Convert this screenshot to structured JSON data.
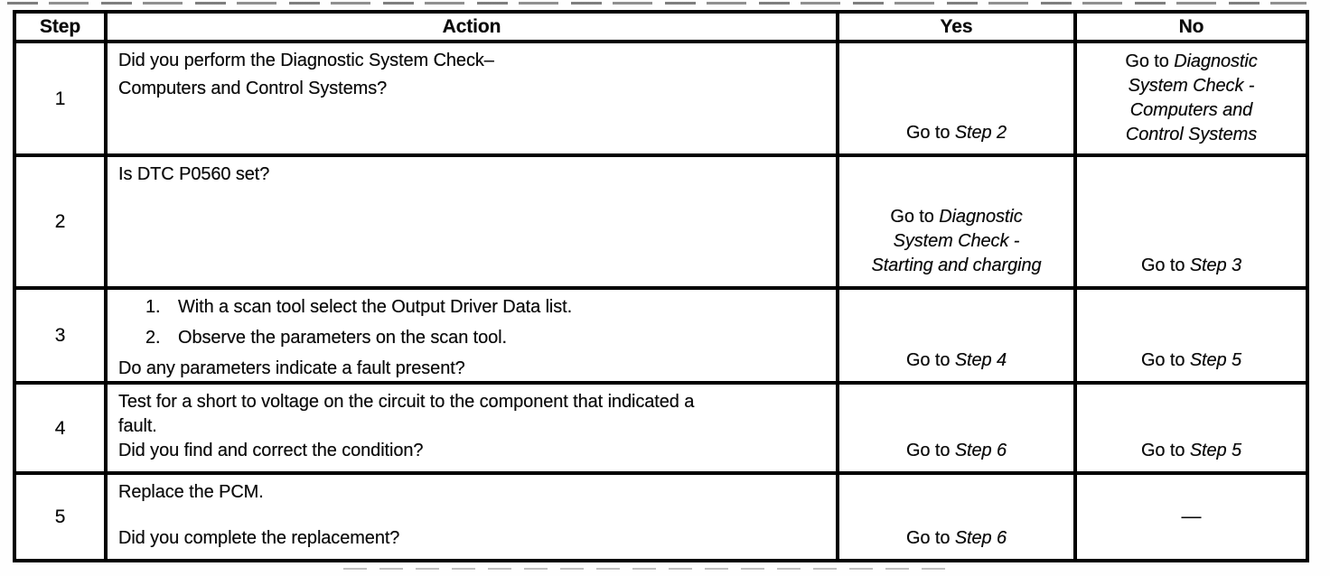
{
  "colors": {
    "ink": "#000000",
    "paper": "#ffffff"
  },
  "table": {
    "headers": {
      "step": "Step",
      "action": "Action",
      "yes": "Yes",
      "no": "No"
    },
    "rows": [
      {
        "step": "1",
        "action": {
          "line1": "Did you perform the Diagnostic System Check–",
          "line2": "Computers and Control Systems?"
        },
        "yes": {
          "prefix": "Go to ",
          "target": "Step 2"
        },
        "no": {
          "prefix": "Go to ",
          "target": "Diagnostic System Check - Computers and Control Systems"
        }
      },
      {
        "step": "2",
        "action": {
          "line1": "Is DTC P0560 set?"
        },
        "yes": {
          "prefix": "Go to ",
          "target": "Diagnostic System Check - Starting and charging"
        },
        "no": {
          "prefix": "Go to ",
          "target": "Step 3"
        }
      },
      {
        "step": "3",
        "action": {
          "items": [
            {
              "num": "1.",
              "text": "With a scan tool select the Output Driver Data list."
            },
            {
              "num": "2.",
              "text": "Observe the parameters on the scan tool."
            }
          ],
          "question": "Do any parameters indicate a fault present?"
        },
        "yes": {
          "prefix": "Go to ",
          "target": "Step 4"
        },
        "no": {
          "prefix": "Go to ",
          "target": "Step 5"
        }
      },
      {
        "step": "4",
        "action": {
          "line1": "Test for a short to voltage on the circuit to the component that indicated a fault.",
          "question": "Did you find and correct the condition?"
        },
        "yes": {
          "prefix": "Go to ",
          "target": "Step 6"
        },
        "no": {
          "prefix": "Go to ",
          "target": "Step 5"
        }
      },
      {
        "step": "5",
        "action": {
          "line1": "Replace the PCM.",
          "question": "Did you complete the replacement?"
        },
        "yes": {
          "prefix": "Go to ",
          "target": "Step 6"
        },
        "no": {
          "none": "—"
        }
      }
    ]
  }
}
